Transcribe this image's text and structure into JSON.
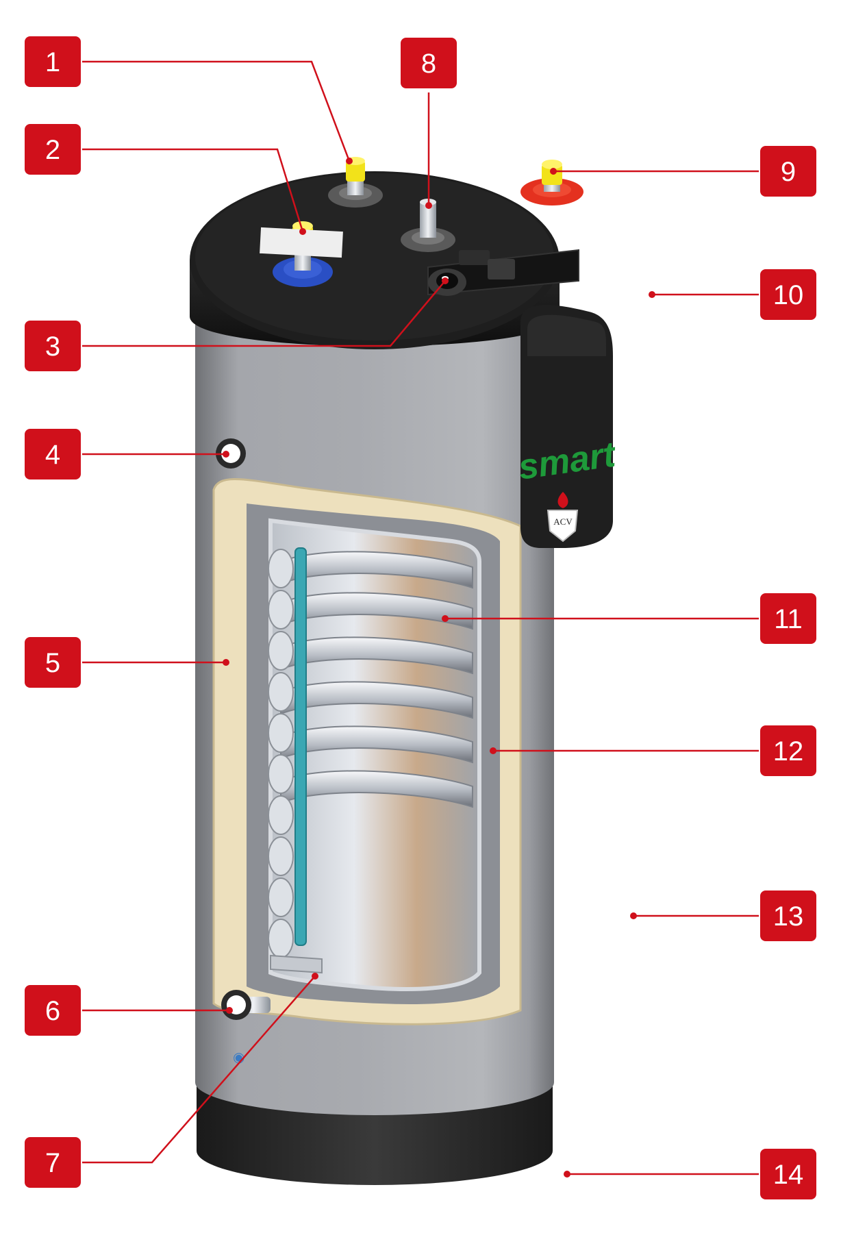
{
  "callouts": [
    {
      "number": "1"
    },
    {
      "number": "2"
    },
    {
      "number": "3"
    },
    {
      "number": "4"
    },
    {
      "number": "5"
    },
    {
      "number": "6"
    },
    {
      "number": "7"
    },
    {
      "number": "8"
    },
    {
      "number": "9"
    },
    {
      "number": "10"
    },
    {
      "number": "11"
    },
    {
      "number": "12"
    },
    {
      "number": "13"
    },
    {
      "number": "14"
    }
  ],
  "brand": {
    "logo_text": "smart",
    "maker_text": "ACV"
  },
  "colors": {
    "callout_red": "#d0101b",
    "shell_grey": "#9c9ea3",
    "lid_black": "#1b1b1b",
    "insulation_cream": "#ede0bd",
    "logo_green": "#1e9a3a",
    "cold_blue": "#2a4fc4",
    "hot_red": "#e4311f",
    "fitting_yellow": "#f2e21a"
  }
}
